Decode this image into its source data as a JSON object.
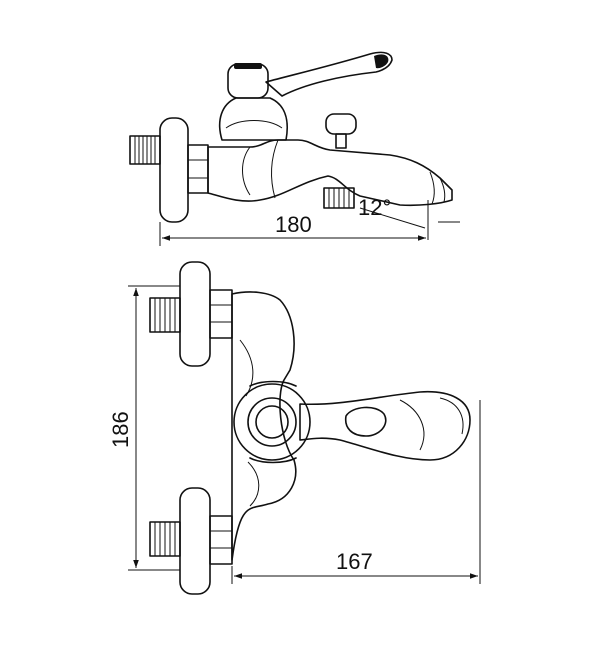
{
  "dimensions": {
    "side_view_length": "180",
    "spout_angle": "12°",
    "front_view_height": "186",
    "front_view_depth": "167"
  }
}
